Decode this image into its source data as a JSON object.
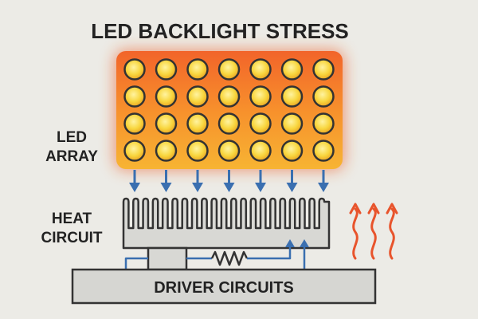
{
  "title": "LED BACKLIGHT STRESS",
  "labels": {
    "led_line1": "LED",
    "led_line2": "ARRAY",
    "heat_line1": "HEAT",
    "heat_line2": "CIRCUIT",
    "driver": "DRIVER CIRCUITS"
  },
  "led_array": {
    "rows": 4,
    "cols": 7
  },
  "colors": {
    "background": "#ecebe6",
    "led_fill": "#f7d23e",
    "led_glow": "#ee5a22",
    "down_arrow": "#3a6fb0",
    "heat_wave": "#e8542c",
    "heatsink": "#d8d8d4",
    "outline": "#333333",
    "circuit_wire": "#3a6fb0"
  },
  "icons": {
    "down_arrows": "arrow-down-icon",
    "heat_waves": "heat-wave-icon",
    "resistor": "resistor-icon"
  }
}
